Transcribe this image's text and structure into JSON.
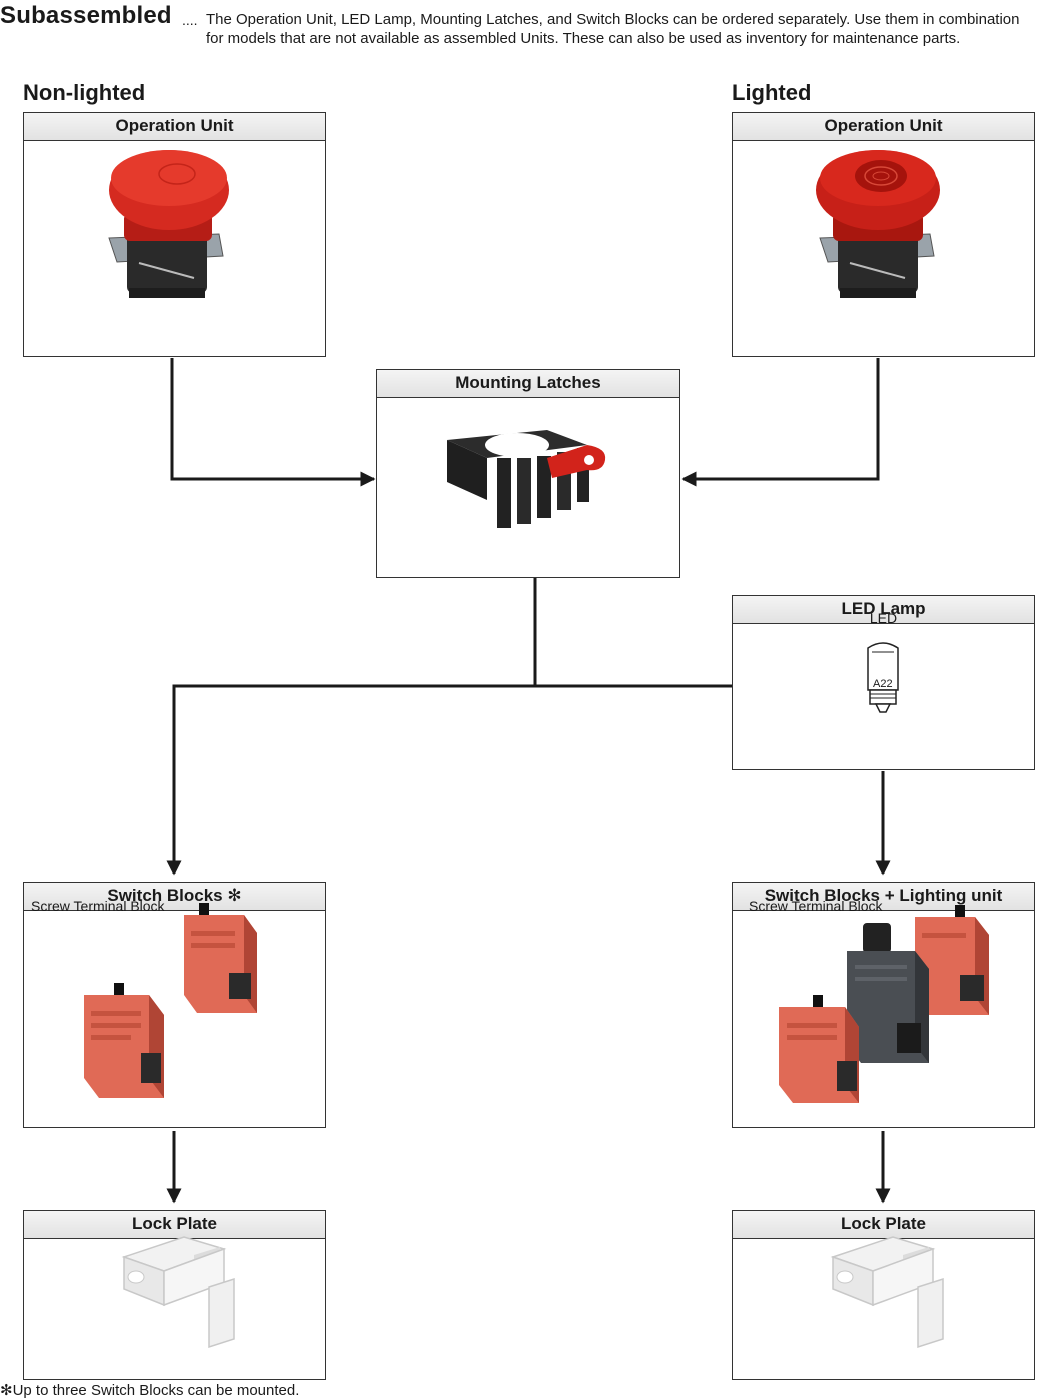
{
  "header": {
    "title": "Subassembled",
    "dots": "....",
    "description": "The Operation Unit, LED Lamp, Mounting Latches, and Switch Blocks can be ordered separately. Use them in combination for models that are not available as assembled Units. These can also be used as inventory for maintenance parts."
  },
  "sections": {
    "non_lighted": "Non-lighted",
    "lighted": "Lighted"
  },
  "boxes": {
    "operation_unit_left": {
      "title": "Operation Unit"
    },
    "operation_unit_right": {
      "title": "Operation Unit"
    },
    "mounting_latches": {
      "title": "Mounting Latches"
    },
    "led_lamp": {
      "title": "LED Lamp",
      "sublabel": "LED",
      "lamp_code": "A22"
    },
    "switch_blocks": {
      "title": "Switch Blocks ✻",
      "sublabel": "Screw Terminal Block"
    },
    "switch_blocks_lighting": {
      "title": "Switch Blocks + Lighting unit",
      "sublabel": "Screw Terminal Block"
    },
    "lock_plate_left": {
      "title": "Lock Plate"
    },
    "lock_plate_right": {
      "title": "Lock Plate"
    }
  },
  "footnote": "✻Up to three Switch Blocks can be mounted."
}
